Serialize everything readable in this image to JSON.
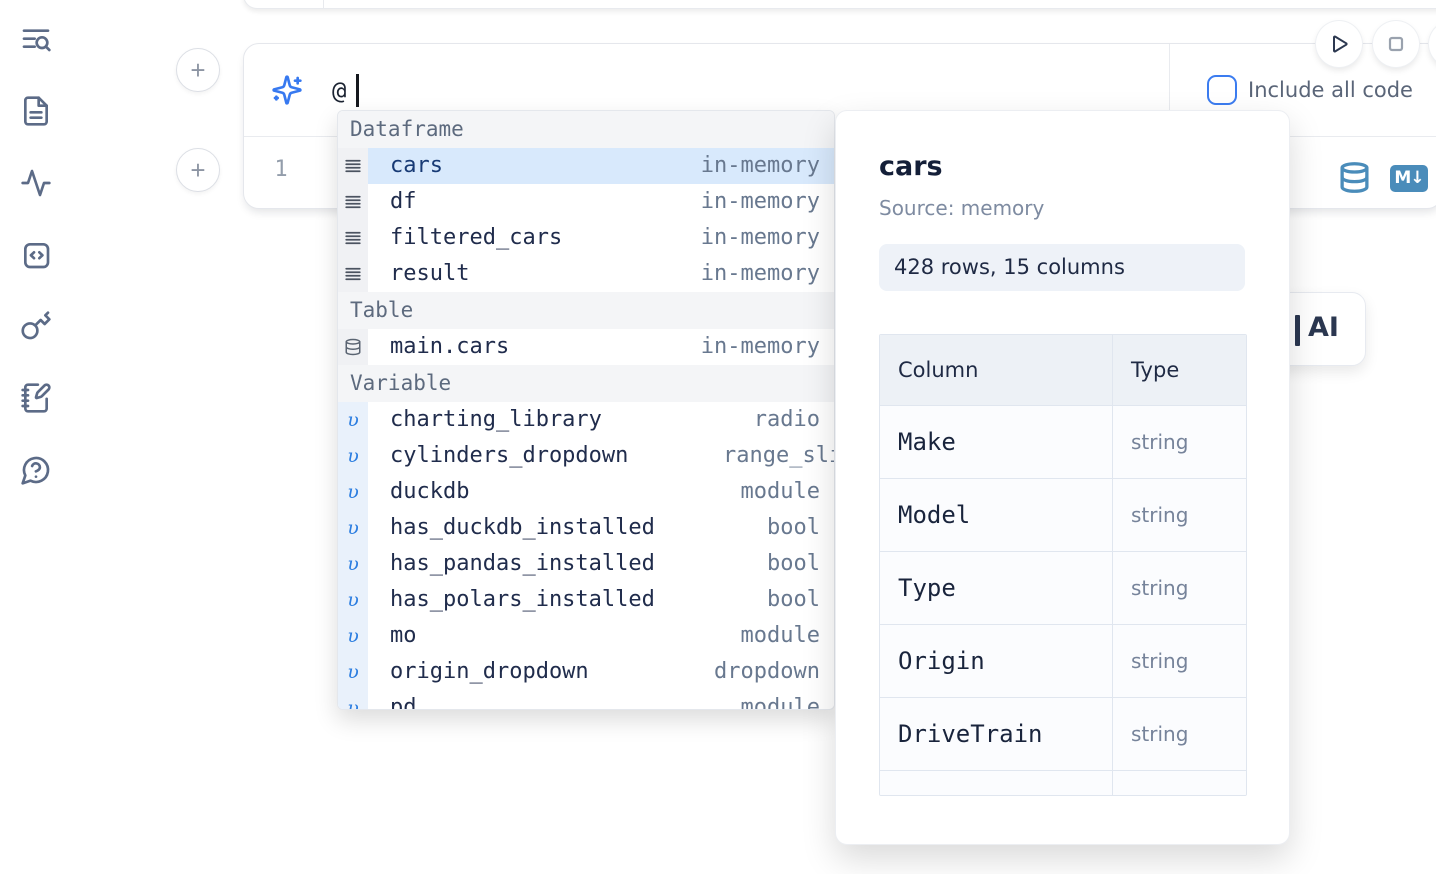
{
  "sidebar": {
    "icons": [
      {
        "name": "list-search-icon"
      },
      {
        "name": "file-text-icon"
      },
      {
        "name": "activity-icon"
      },
      {
        "name": "code-snippets-icon"
      },
      {
        "name": "key-icon"
      },
      {
        "name": "scratchpad-icon"
      },
      {
        "name": "help-chat-icon"
      }
    ]
  },
  "toolbar": {
    "run_button": "play-icon",
    "stop_button": "square-icon"
  },
  "add_cell": {
    "label": "+"
  },
  "prompt": {
    "typed_value": "@",
    "include_all_code_label": "Include all code"
  },
  "editor": {
    "line_number": "1",
    "markdown_badge": "M↓"
  },
  "autocomplete": {
    "variable_glyph": "υ",
    "sections": [
      {
        "label": "Dataframe",
        "items": [
          {
            "name": "cars",
            "type": "in-memory"
          },
          {
            "name": "df",
            "type": "in-memory"
          },
          {
            "name": "filtered_cars",
            "type": "in-memory"
          },
          {
            "name": "result",
            "type": "in-memory"
          }
        ]
      },
      {
        "label": "Table",
        "items": [
          {
            "name": "main.cars",
            "type": "in-memory"
          }
        ]
      },
      {
        "label": "Variable",
        "items": [
          {
            "name": "charting_library",
            "type": "radio"
          },
          {
            "name": "cylinders_dropdown",
            "type": "range_slider"
          },
          {
            "name": "duckdb",
            "type": "module"
          },
          {
            "name": "has_duckdb_installed",
            "type": "bool"
          },
          {
            "name": "has_pandas_installed",
            "type": "bool"
          },
          {
            "name": "has_polars_installed",
            "type": "bool"
          },
          {
            "name": "mo",
            "type": "module"
          },
          {
            "name": "origin_dropdown",
            "type": "dropdown"
          },
          {
            "name": "pd",
            "type": "module"
          }
        ]
      }
    ]
  },
  "popup": {
    "title": "cars",
    "source_label": "Source: memory",
    "shape_summary": "428 rows, 15 columns",
    "table": {
      "headers": [
        "Column",
        "Type"
      ],
      "rows": [
        [
          "Make",
          "string"
        ],
        [
          "Model",
          "string"
        ],
        [
          "Type",
          "string"
        ],
        [
          "Origin",
          "string"
        ],
        [
          "DriveTrain",
          "string"
        ]
      ]
    }
  },
  "ai_button": {
    "visible_label": "AI"
  },
  "colors": {
    "accent_blue": "#3b7cf0",
    "sparkle_blue": "#3779f0",
    "steel_blue_icon": "#4a8cba",
    "selected_row_bg": "#d8e9fc",
    "section_header_bg": "#f4f5f7",
    "popup_badge_bg": "#eef2f8",
    "text_dark": "#1f2a44",
    "text_muted": "#68788f"
  }
}
